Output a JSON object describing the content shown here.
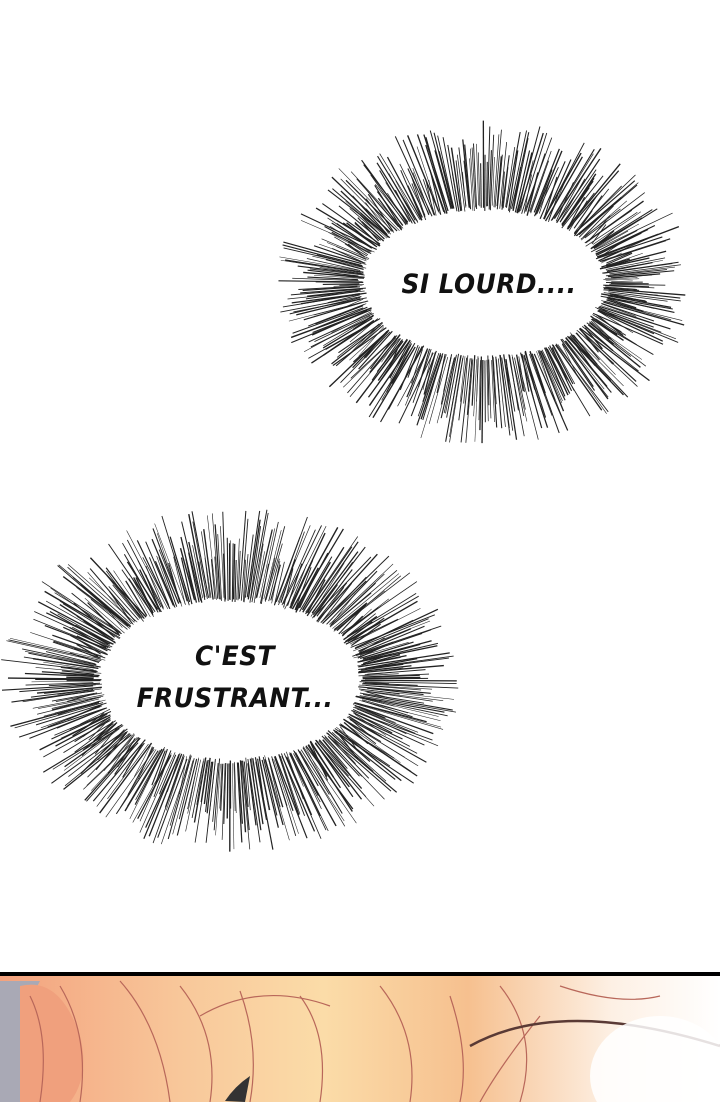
{
  "bubbles": [
    {
      "text": "SI LOURD...."
    },
    {
      "line1": "C'EST",
      "line2": "FRUSTRANT..."
    }
  ],
  "colors": {
    "hair_light": "#fbdca8",
    "hair_dark": "#f3a27e",
    "line": "#b8675a",
    "bg_gray": "#a9a9b5"
  }
}
